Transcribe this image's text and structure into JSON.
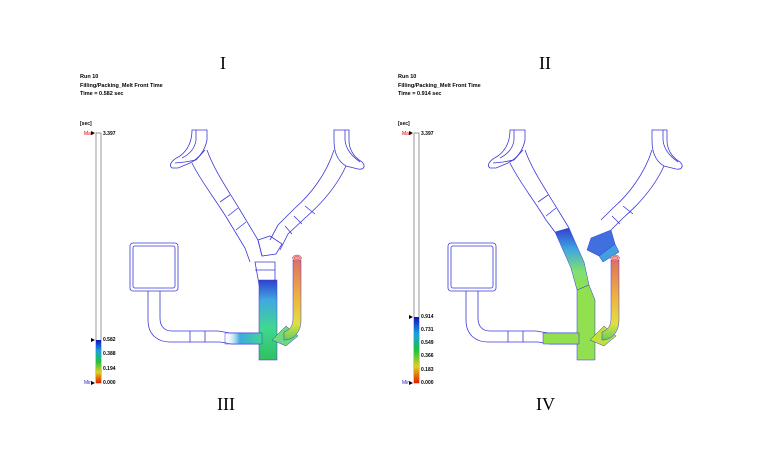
{
  "panels": [
    {
      "roman_top": "I",
      "roman_bottom": "III",
      "run": "Run 10",
      "result": "Filling/Packing_Melt Front Time",
      "time": "Time = 0.582 sec",
      "unit": "[sec]",
      "max_label": "Max",
      "min_label": "Min",
      "max_value": "3.397",
      "current": "0.582",
      "ticks": [
        "0.388",
        "0.194",
        "0.000"
      ]
    },
    {
      "roman_top": "II",
      "roman_bottom": "IV",
      "run": "Run 10",
      "result": "Filling/Packing_Melt Front Time",
      "time": "Time = 0.914 sec",
      "unit": "[sec]",
      "max_label": "Max",
      "min_label": "Min",
      "max_value": "3.397",
      "current": "0.914",
      "ticks": [
        "0.731",
        "0.549",
        "0.366",
        "0.183",
        "0.000"
      ]
    }
  ],
  "colors": {
    "mesh": "#3a3ad8",
    "scale_top": "#1010c0",
    "scale_bottom": "#e02000",
    "max": "#d00000",
    "min": "#2a2ad0"
  }
}
